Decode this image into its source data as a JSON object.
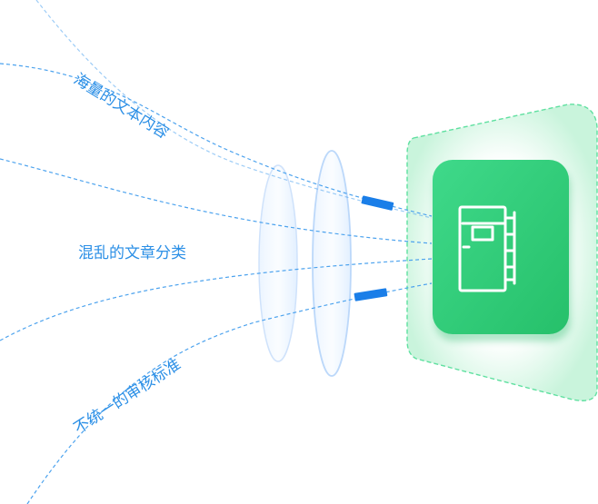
{
  "labels": {
    "top": "海量的文本内容",
    "middle": "混乱的文章分类",
    "bottom": "不统一的审核标准"
  },
  "colors": {
    "ray_blue": "#4da3ee",
    "label_blue": "#2b8fe6",
    "accent_blue": "#1a7ee8",
    "panel_green": "#33cc7a",
    "glow_green": "#5fe0a0"
  },
  "icons": {
    "center": "notebook-icon"
  }
}
